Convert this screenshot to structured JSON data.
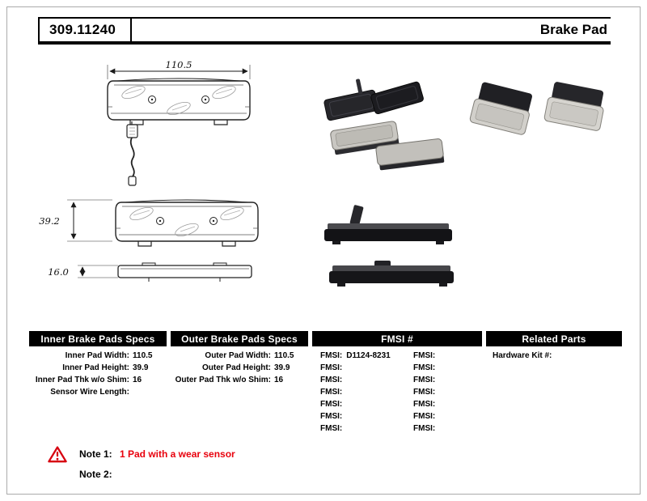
{
  "header": {
    "part_number": "309.11240",
    "title": "Brake Pad"
  },
  "drawing": {
    "dim_width": "110.5",
    "dim_height": "39.2",
    "dim_thickness": "16.0"
  },
  "specs": {
    "inner": {
      "header": "Inner Brake Pads Specs",
      "rows": [
        {
          "label": "Inner Pad Width:",
          "value": "110.5"
        },
        {
          "label": "Inner Pad Height:",
          "value": "39.9"
        },
        {
          "label": "Inner Pad Thk w/o Shim:",
          "value": "16"
        },
        {
          "label": "Sensor Wire Length:",
          "value": ""
        }
      ]
    },
    "outer": {
      "header": "Outer Brake Pads Specs",
      "rows": [
        {
          "label": "Outer Pad Width:",
          "value": "110.5"
        },
        {
          "label": "Outer Pad Height:",
          "value": "39.9"
        },
        {
          "label": "Outer Pad Thk w/o Shim:",
          "value": "16"
        }
      ]
    },
    "fmsi": {
      "header": "FMSI #",
      "rows": [
        {
          "l_label": "FMSI:",
          "l_value": "D1124-8231",
          "r_label": "FMSI:",
          "r_value": ""
        },
        {
          "l_label": "FMSI:",
          "l_value": "",
          "r_label": "FMSI:",
          "r_value": ""
        },
        {
          "l_label": "FMSI:",
          "l_value": "",
          "r_label": "FMSI:",
          "r_value": ""
        },
        {
          "l_label": "FMSI:",
          "l_value": "",
          "r_label": "FMSI:",
          "r_value": ""
        },
        {
          "l_label": "FMSI:",
          "l_value": "",
          "r_label": "FMSI:",
          "r_value": ""
        },
        {
          "l_label": "FMSI:",
          "l_value": "",
          "r_label": "FMSI:",
          "r_value": ""
        },
        {
          "l_label": "FMSI:",
          "l_value": "",
          "r_label": "FMSI:",
          "r_value": ""
        }
      ]
    },
    "related": {
      "header": "Related Parts",
      "rows": [
        {
          "label": "Hardware Kit #:",
          "value": ""
        }
      ]
    }
  },
  "notes": {
    "note1_label": "Note 1:",
    "note1_text": "1 Pad with a wear sensor",
    "note2_label": "Note 2:",
    "note2_text": ""
  },
  "colors": {
    "note_red": "#e8000d",
    "header_bar": "#000000"
  }
}
